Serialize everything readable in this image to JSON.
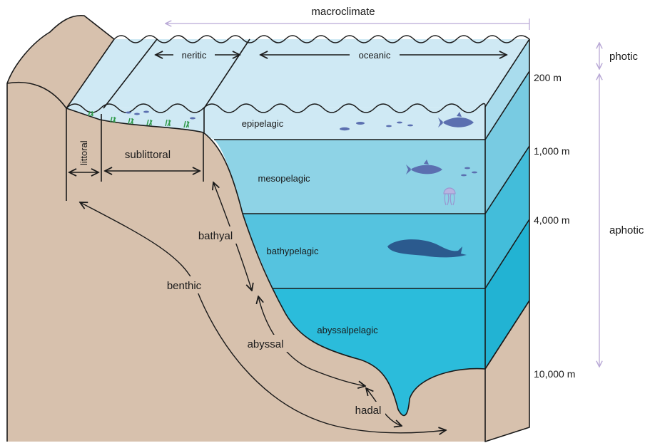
{
  "top": {
    "macroclimate": "macroclimate",
    "neritic": "neritic",
    "oceanic": "oceanic"
  },
  "zones": {
    "littoral": "littoral",
    "sublittoral": "sublittoral",
    "epipelagic": "epipelagic",
    "mesopelagic": "mesopelagic",
    "bathypelagic": "bathypelagic",
    "abyssalpelagic": "abyssalpelagic"
  },
  "benthic": {
    "benthic": "benthic",
    "bathyal": "bathyal",
    "abyssal": "abyssal",
    "hadal": "hadal"
  },
  "depths": {
    "d200": "200 m",
    "d1000": "1,000 m",
    "d4000": "4,000 m",
    "d10000": "10,000 m"
  },
  "light": {
    "photic": "photic",
    "aphotic": "aphotic"
  },
  "colors": {
    "sediment": "#d7c1ad",
    "surface_water": "#cfe9f4",
    "epipelagic": "#cfe9f4",
    "mesopelagic": "#8ed3e6",
    "bathypelagic": "#55c3df",
    "abyssalpelagic": "#2bbcdb",
    "side_epi": "#a9dced",
    "side_meso": "#78cbe2",
    "side_bathy": "#43bdda",
    "side_abyss": "#22b3d3",
    "creature": "#5b6fb0",
    "plant": "#2f9a4a",
    "guide_arrow": "#b9a9d6"
  }
}
